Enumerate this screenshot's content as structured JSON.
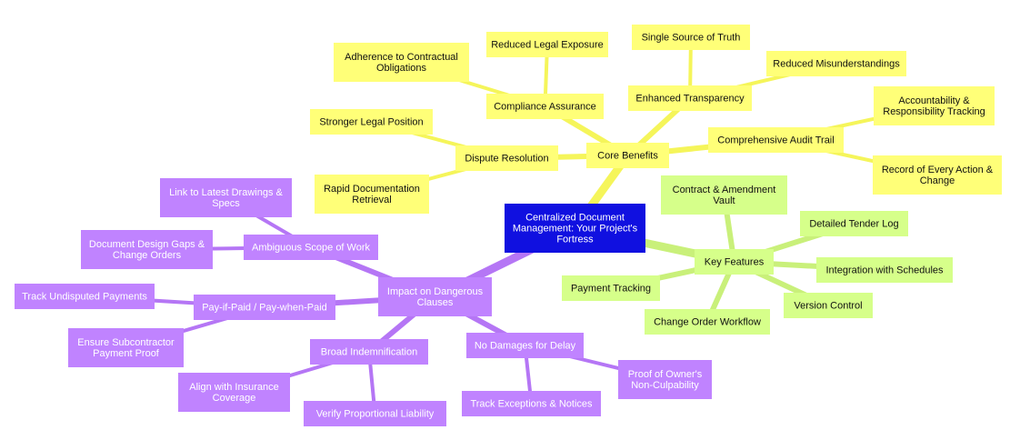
{
  "colors": {
    "root_fill": "#1010e0",
    "root_text": "#ffffff",
    "benefits_fill": "#ffff78",
    "benefits_edge": "#f5f55a",
    "features_fill": "#d6ff8a",
    "features_edge": "#c9f07a",
    "clauses_fill": "#c083ff",
    "clauses_edge": "#b576f5",
    "branch_text": "#111111",
    "clause_text": "#ffffff"
  },
  "root": {
    "id": "root",
    "lines": [
      "Centralized Document",
      "Management: Your Project's",
      "Fortress"
    ]
  },
  "branches": [
    {
      "id": "core-benefits",
      "theme": "benefits",
      "lines": [
        "Core Benefits"
      ],
      "children": [
        {
          "id": "enhanced-transparency",
          "lines": [
            "Enhanced Transparency"
          ],
          "children": [
            {
              "id": "single-source-of-truth",
              "lines": [
                "Single Source of Truth"
              ]
            },
            {
              "id": "reduced-misunderstandings",
              "lines": [
                "Reduced Misunderstandings"
              ]
            }
          ]
        },
        {
          "id": "compliance-assurance",
          "lines": [
            "Compliance Assurance"
          ],
          "children": [
            {
              "id": "adherence-to-contractual-obligations",
              "lines": [
                "Adherence to Contractual",
                "Obligations"
              ]
            },
            {
              "id": "reduced-legal-exposure",
              "lines": [
                "Reduced Legal Exposure"
              ]
            }
          ]
        },
        {
          "id": "dispute-resolution",
          "lines": [
            "Dispute Resolution"
          ],
          "children": [
            {
              "id": "stronger-legal-position",
              "lines": [
                "Stronger Legal Position"
              ]
            },
            {
              "id": "rapid-documentation-retrieval",
              "lines": [
                "Rapid Documentation",
                "Retrieval"
              ]
            }
          ]
        },
        {
          "id": "comprehensive-audit-trail",
          "lines": [
            "Comprehensive Audit Trail"
          ],
          "children": [
            {
              "id": "accountability-responsibility-tracking",
              "lines": [
                "Accountability &",
                "Responsibility Tracking"
              ]
            },
            {
              "id": "record-of-every-action-change",
              "lines": [
                "Record of Every Action &",
                "Change"
              ]
            }
          ]
        }
      ]
    },
    {
      "id": "key-features",
      "theme": "features",
      "lines": [
        "Key Features"
      ],
      "children": [
        {
          "id": "contract-amendment-vault",
          "lines": [
            "Contract & Amendment",
            "Vault"
          ]
        },
        {
          "id": "detailed-tender-log",
          "lines": [
            "Detailed Tender Log"
          ]
        },
        {
          "id": "integration-with-schedules",
          "lines": [
            "Integration with Schedules"
          ]
        },
        {
          "id": "version-control",
          "lines": [
            "Version Control"
          ]
        },
        {
          "id": "change-order-workflow",
          "lines": [
            "Change Order Workflow"
          ]
        },
        {
          "id": "payment-tracking",
          "lines": [
            "Payment Tracking"
          ]
        }
      ]
    },
    {
      "id": "impact-on-dangerous-clauses",
      "theme": "clauses",
      "lines": [
        "Impact on Dangerous",
        "Clauses"
      ],
      "children": [
        {
          "id": "ambiguous-scope-of-work",
          "lines": [
            "Ambiguous Scope of Work"
          ],
          "children": [
            {
              "id": "link-to-latest-drawings-specs",
              "lines": [
                "Link to Latest Drawings &",
                "Specs"
              ]
            },
            {
              "id": "document-design-gaps-change-orders",
              "lines": [
                "Document Design Gaps &",
                "Change Orders"
              ]
            }
          ]
        },
        {
          "id": "pay-if-paid-pay-when-paid",
          "lines": [
            "Pay-if-Paid / Pay-when-Paid"
          ],
          "children": [
            {
              "id": "track-undisputed-payments",
              "lines": [
                "Track Undisputed Payments"
              ]
            },
            {
              "id": "ensure-subcontractor-payment-proof",
              "lines": [
                "Ensure Subcontractor",
                "Payment Proof"
              ]
            }
          ]
        },
        {
          "id": "broad-indemnification",
          "lines": [
            "Broad Indemnification"
          ],
          "children": [
            {
              "id": "align-with-insurance-coverage",
              "lines": [
                "Align with Insurance",
                "Coverage"
              ]
            },
            {
              "id": "verify-proportional-liability",
              "lines": [
                "Verify Proportional Liability"
              ]
            }
          ]
        },
        {
          "id": "no-damages-for-delay",
          "lines": [
            "No Damages for Delay"
          ],
          "children": [
            {
              "id": "track-exceptions-notices",
              "lines": [
                "Track Exceptions & Notices"
              ]
            },
            {
              "id": "proof-of-owners-non-culpability",
              "lines": [
                "Proof of Owner's",
                "Non-Culpability"
              ]
            }
          ]
        }
      ]
    }
  ]
}
